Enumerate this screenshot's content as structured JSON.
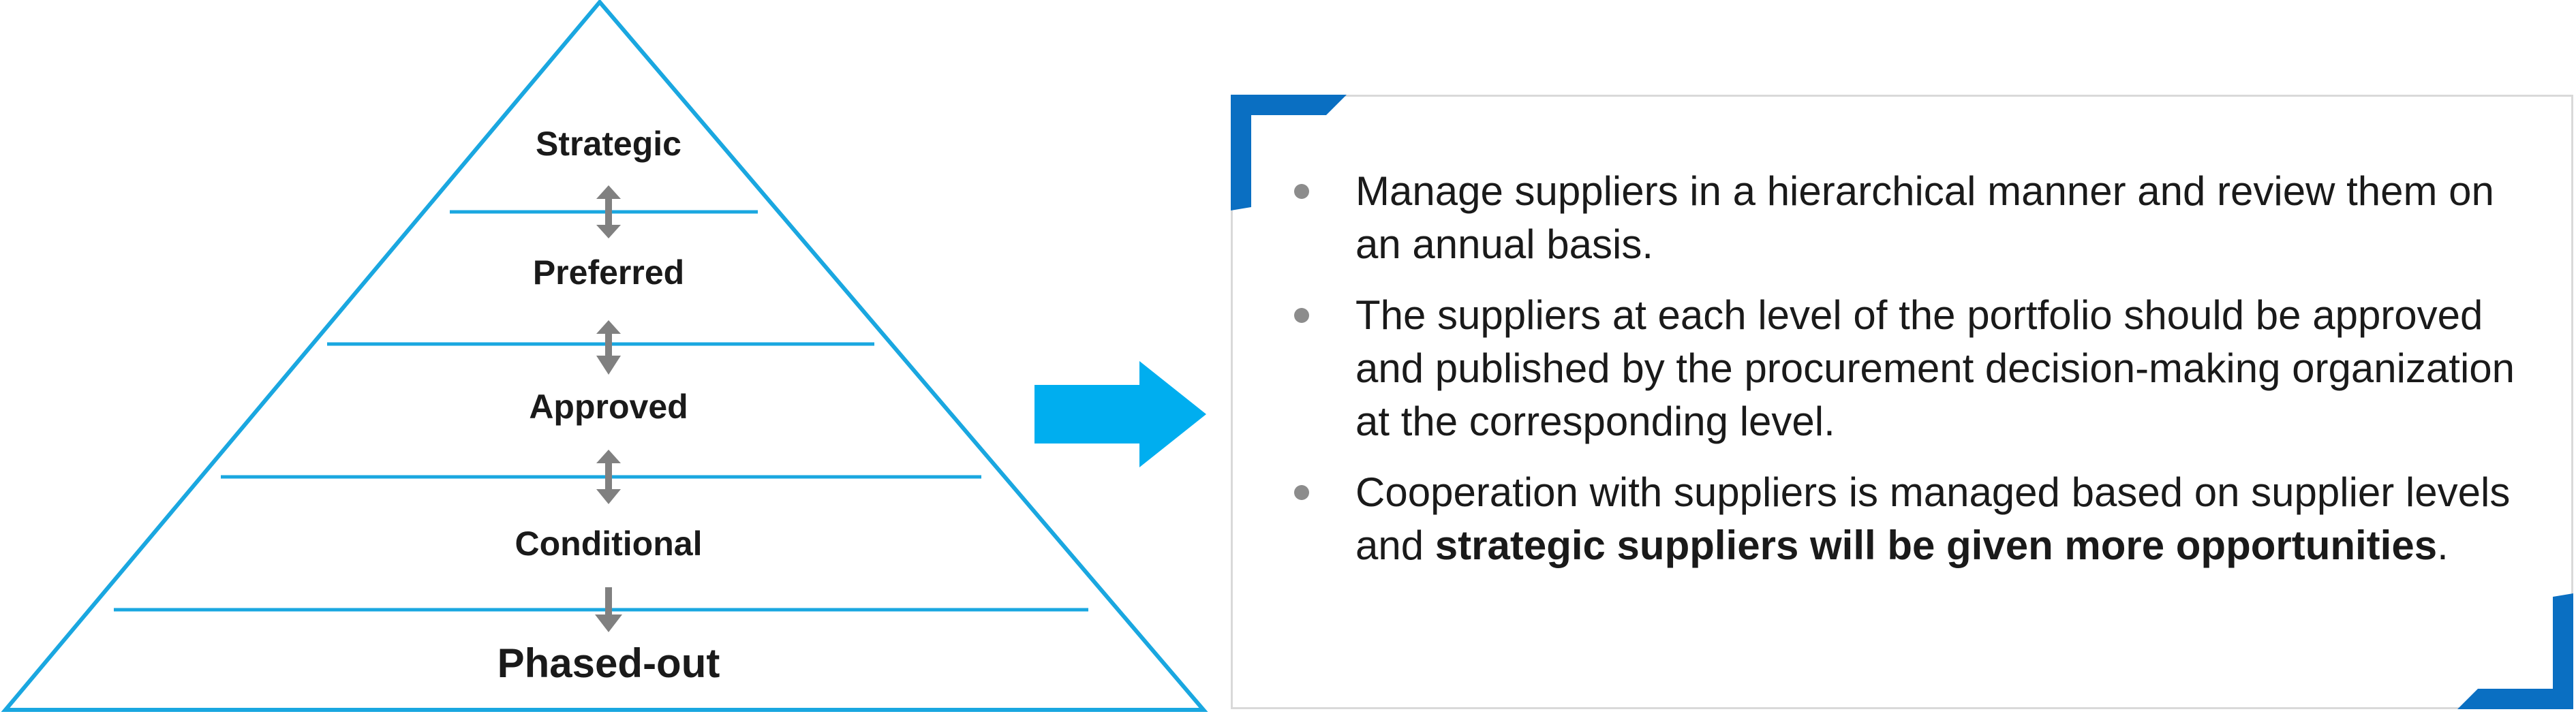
{
  "pyramid": {
    "levels": [
      {
        "label": "Strategic",
        "font_size": 50
      },
      {
        "label": "Preferred",
        "font_size": 50
      },
      {
        "label": "Approved",
        "font_size": 50
      },
      {
        "label": "Conditional",
        "font_size": 50
      },
      {
        "label": "Phased-out",
        "font_size": 60
      }
    ],
    "arrows": [
      {
        "type": "double"
      },
      {
        "type": "double"
      },
      {
        "type": "double"
      },
      {
        "type": "down"
      }
    ]
  },
  "callout": {
    "bullets": [
      {
        "segments": [
          {
            "text": "Manage suppliers in a hierarchical manner and review them on an annual basis.",
            "bold": false
          }
        ]
      },
      {
        "segments": [
          {
            "text": "The suppliers at each level of the portfolio should be approved and published by the procurement decision-making organization at the corresponding level.",
            "bold": false
          }
        ]
      },
      {
        "segments": [
          {
            "text": "Cooperation with suppliers is managed based on supplier levels and ",
            "bold": false
          },
          {
            "text": "strategic suppliers will be given more opportunities",
            "bold": true
          },
          {
            "text": ".",
            "bold": false
          }
        ]
      }
    ]
  },
  "colors": {
    "pyramid_stroke": "#1aa7e0",
    "arrow_gray": "#808080",
    "big_arrow": "#00aeef",
    "corner_accent": "#0a6fc2",
    "bullet": "#8c8c8c",
    "text": "#1a1a1a"
  }
}
